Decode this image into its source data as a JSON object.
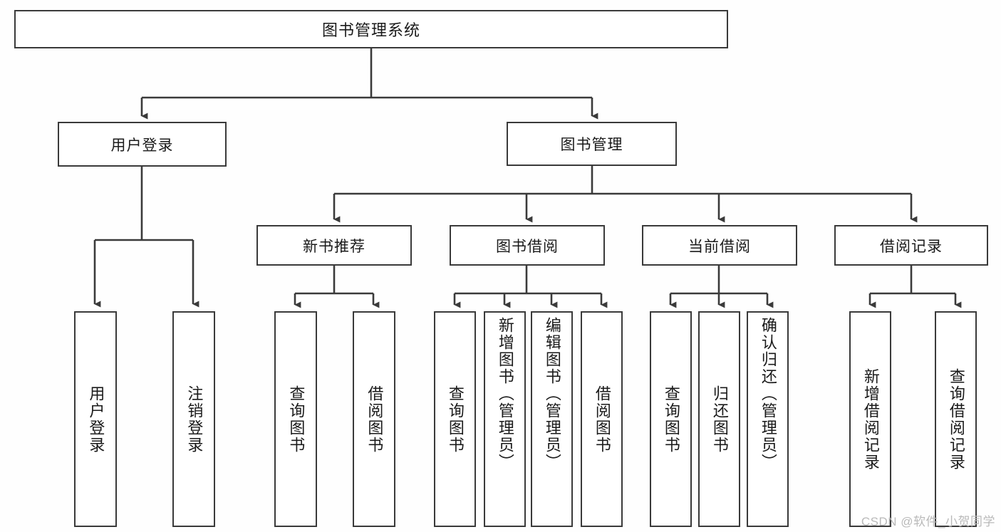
{
  "diagram": {
    "title": "图书管理系统",
    "type": "tree-hierarchy-chart",
    "background_color": "#fefefe",
    "line_color": "#3a3a3a",
    "box_fill_color": "#ffffff"
  },
  "root": {
    "label": "图书管理系统"
  },
  "level1": [
    {
      "label": "用户登录"
    },
    {
      "label": "图书管理"
    }
  ],
  "level2": [
    {
      "label": "新书推荐"
    },
    {
      "label": "图书借阅"
    },
    {
      "label": "当前借阅"
    },
    {
      "label": "借阅记录"
    }
  ],
  "leaves": {
    "user_login": [
      {
        "label": "用户登录"
      },
      {
        "label": "注销登录"
      }
    ],
    "new_book_recommend": [
      {
        "label": "查询图书"
      },
      {
        "label": "借阅图书"
      }
    ],
    "book_borrow": [
      {
        "label": "查询图书"
      },
      {
        "label": "新增图书（管理员）"
      },
      {
        "label": "编辑图书（管理员）"
      },
      {
        "label": "借阅图书"
      }
    ],
    "current_borrow": [
      {
        "label": "查询图书"
      },
      {
        "label": "归还图书"
      },
      {
        "label": "确认归还（管理员）"
      }
    ],
    "borrow_record": [
      {
        "label": "新增借阅记录"
      },
      {
        "label": "查询借阅记录"
      }
    ]
  },
  "watermark": {
    "text": "CSDN @软件_小贺同学"
  }
}
